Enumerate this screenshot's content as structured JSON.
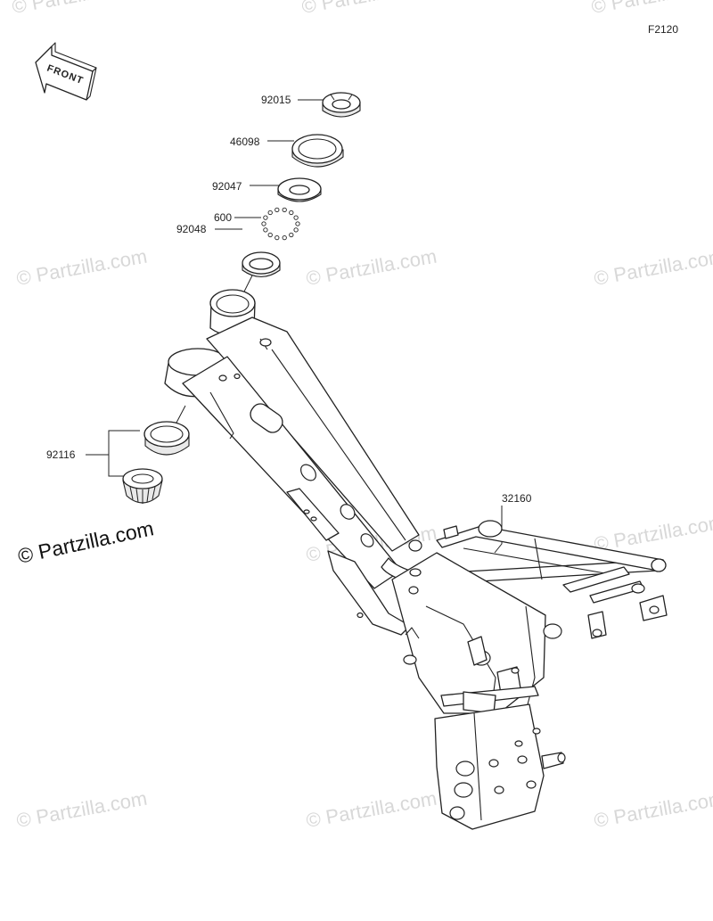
{
  "diagram": {
    "figure_code": "F2120",
    "front_arrow_label": "FRONT",
    "brand": "© Partzilla.com",
    "watermark_text": "© Partzilla.com",
    "parts": [
      {
        "number": "92015",
        "depicts": "locknut"
      },
      {
        "number": "46098",
        "depicts": "steering-stem-cap"
      },
      {
        "number": "92047",
        "depicts": "upper-race"
      },
      {
        "number": "600",
        "depicts": "steel-balls"
      },
      {
        "number": "92048",
        "depicts": "lower-race"
      },
      {
        "number": "92116",
        "depicts": "taper-bearing"
      },
      {
        "number": "32160",
        "depicts": "frame"
      }
    ],
    "colors": {
      "line": "#222222",
      "watermark": "#d8d8d8",
      "background": "#ffffff"
    }
  }
}
